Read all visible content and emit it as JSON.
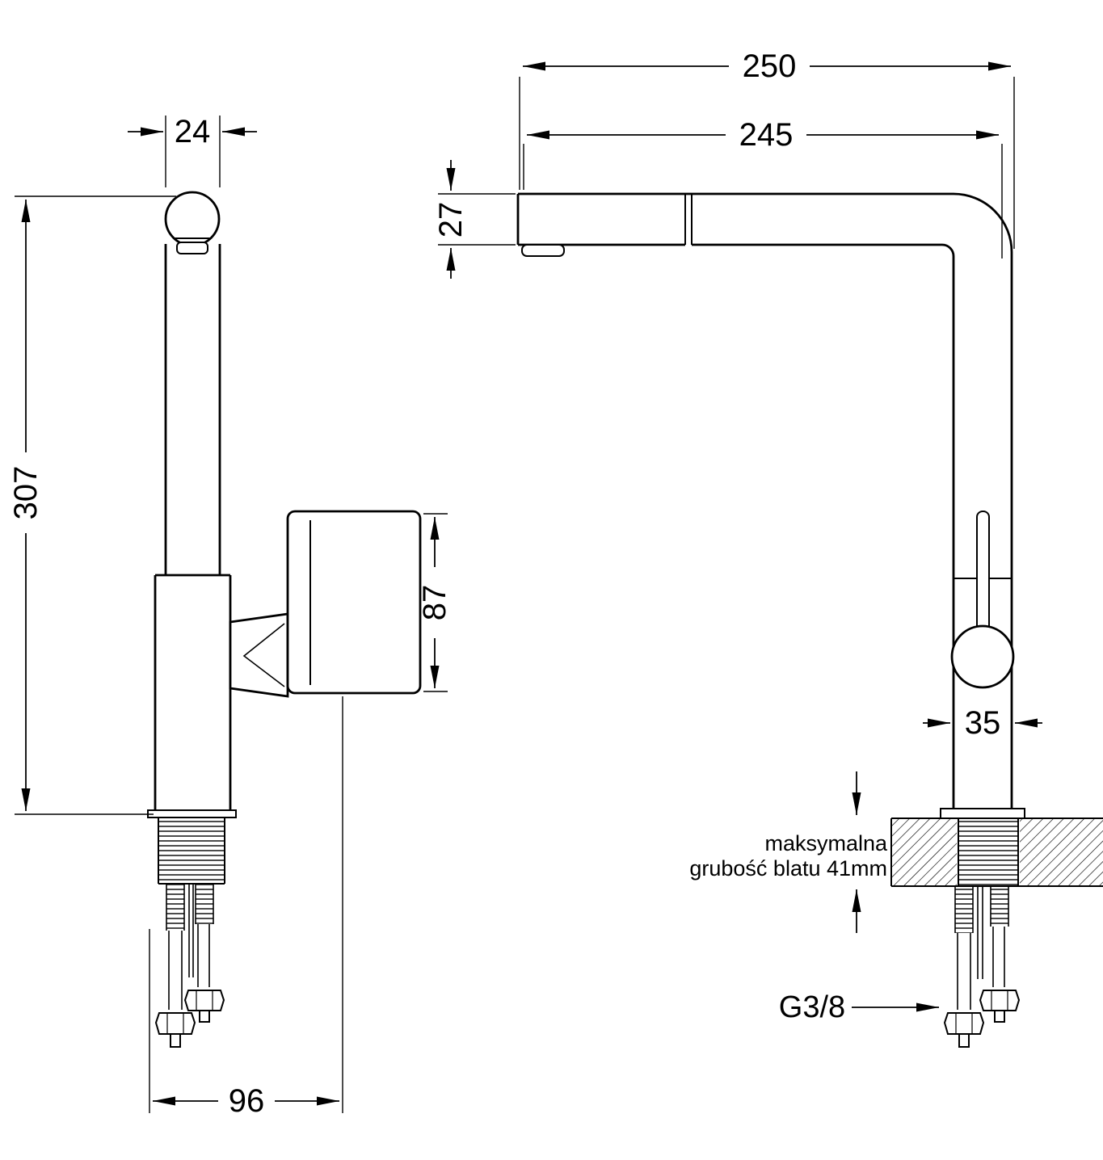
{
  "drawing": {
    "type": "faucet-technical-drawing",
    "colors": {
      "line": "#000000",
      "background": "#ffffff"
    },
    "labels": {
      "side": {
        "width_24": "24",
        "height_307": "307",
        "handle_87": "87",
        "base_96": "96"
      },
      "front": {
        "reach_250": "250",
        "reach_245": "245",
        "spout_27": "27",
        "body_35": "35",
        "thread": "G3/8",
        "note1": "maksymalna",
        "note2": "grubość blatu 41mm"
      }
    }
  }
}
